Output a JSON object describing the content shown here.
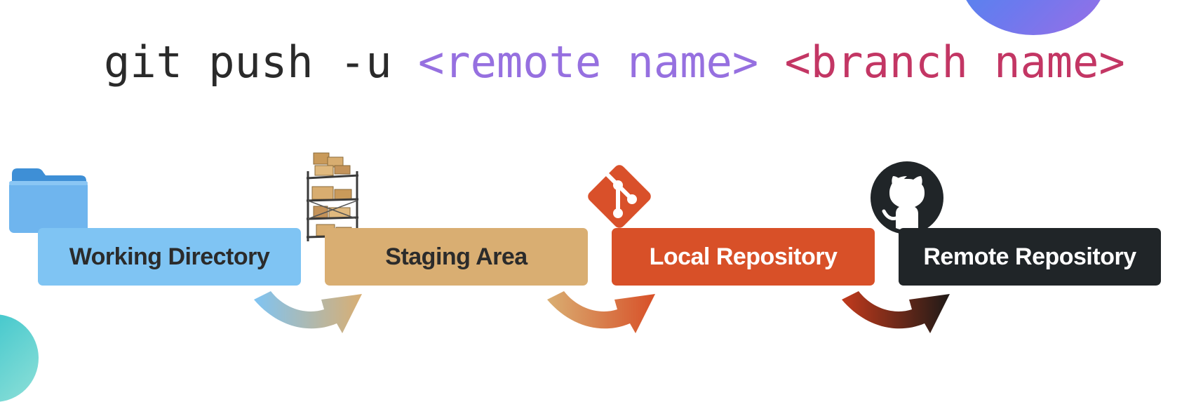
{
  "command": {
    "base": "git push -u ",
    "remote": "<remote name>",
    "space": " ",
    "branch": "<branch name>"
  },
  "stages": [
    {
      "label": "Working Directory",
      "icon": "folder-icon",
      "color": "#7fc4f3"
    },
    {
      "label": "Staging Area",
      "icon": "warehouse-shelf-icon",
      "color": "#d9ae72"
    },
    {
      "label": "Local Repository",
      "icon": "git-logo-icon",
      "color": "#d85028"
    },
    {
      "label": "Remote Repository",
      "icon": "github-logo-icon",
      "color": "#202528"
    }
  ],
  "colors": {
    "remote_name": "#9670e0",
    "branch_name": "#c33664"
  }
}
